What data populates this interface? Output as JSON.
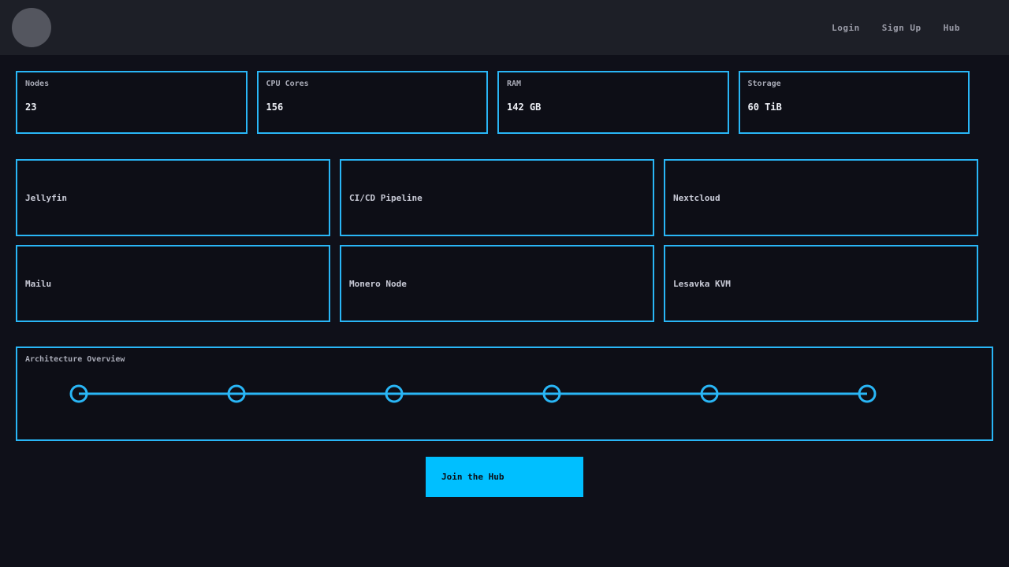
{
  "navbar": {
    "links": [
      {
        "label": "Login"
      },
      {
        "label": "Sign Up"
      },
      {
        "label": "Hub"
      }
    ]
  },
  "stats": [
    {
      "label": "Nodes",
      "value": "23"
    },
    {
      "label": "CPU Cores",
      "value": "156"
    },
    {
      "label": "RAM",
      "value": "142 GB"
    },
    {
      "label": "Storage",
      "value": "60 TiB"
    }
  ],
  "services": [
    {
      "name": "Jellyfin"
    },
    {
      "name": "CI/CD Pipeline"
    },
    {
      "name": "Nextcloud"
    },
    {
      "name": "Mailu"
    },
    {
      "name": "Monero Node"
    },
    {
      "name": "Lesavka KVM"
    }
  ],
  "architecture": {
    "title": "Architecture Overview",
    "node_count": 6
  },
  "cta": {
    "label": "Join the Hub"
  },
  "colors": {
    "accent": "#29b6f6",
    "button": "#00bfff",
    "navbar_bg": "#1d1f27",
    "page_bg": "#0f1019",
    "card_bg": "#0d0e16"
  }
}
